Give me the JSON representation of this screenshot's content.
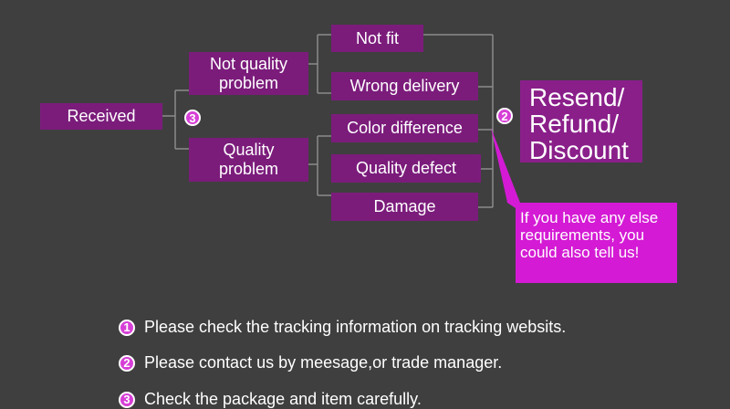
{
  "flow": {
    "received": "Received",
    "not_quality_problem": "Not quality problem",
    "quality_problem": "Quality problem",
    "not_fit": "Not fit",
    "wrong_delivery": "Wrong delivery",
    "color_difference": "Color difference",
    "quality_defect": "Quality defect",
    "damage": "Damage",
    "outcome": "Resend/ Refund/ Discount",
    "callout": "If you have any else requirements, you could also tell us!",
    "badge_left": "3",
    "badge_right": "2"
  },
  "notes": [
    {
      "number": "1",
      "text": "Please check the tracking information on tracking websits."
    },
    {
      "number": "2",
      "text": "Please contact us by meesage,or trade manager."
    },
    {
      "number": "3",
      "text": "Check the package and item carefully."
    }
  ],
  "colors": {
    "background": "#3f3f3f",
    "box": "#7b1c7b",
    "callout": "#d41ad4",
    "badge": "#d63fd6",
    "line": "#8c8c8c"
  }
}
